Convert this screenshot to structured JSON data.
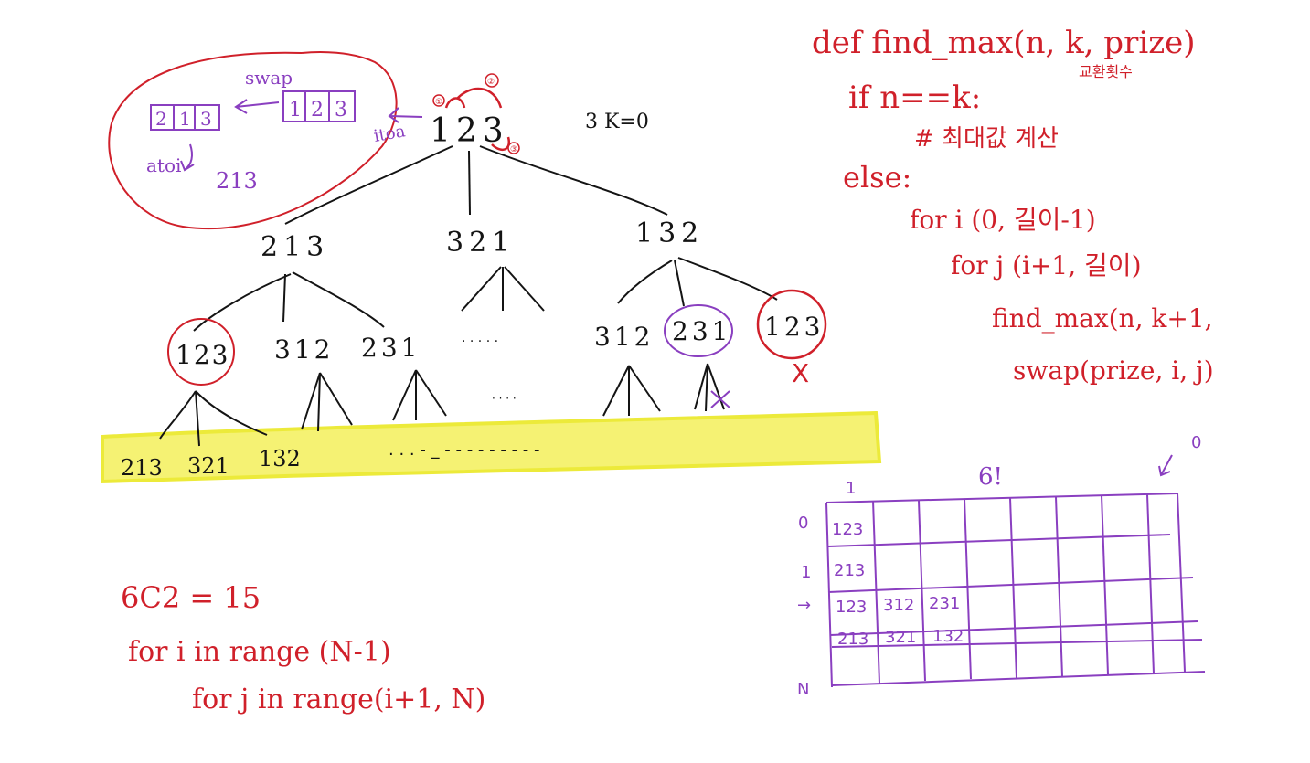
{
  "colors": {
    "ink": "#141414",
    "red": "#d0202a",
    "purple": "#8a3fc0",
    "highlight": "#f3f05a"
  },
  "icons": {
    "swap_arrow": "left-arrow-icon",
    "reject_mark": "x-mark-icon",
    "down_arrow": "down-arrow-icon"
  },
  "swap_note": {
    "label": "swap",
    "array_after": [
      "2",
      "1",
      "3"
    ],
    "array_before": [
      "1",
      "2",
      "3"
    ],
    "itoa": "itoa",
    "atoi": "atoi",
    "number": "213"
  },
  "tree": {
    "root": "123",
    "root_marks": [
      "①",
      "②",
      "③"
    ],
    "root_note": "3  K=0",
    "level1": [
      "213",
      "321",
      "132"
    ],
    "level2": [
      "123",
      "312",
      "231",
      "· · · · ·",
      "312",
      "231",
      "123"
    ],
    "level2_dots_under": "· · · ·",
    "leaves": [
      "213",
      "321",
      "132"
    ],
    "leaf_dashes": ". . . - _ - -  -  -  -  -  -  -  -",
    "reject_x": "X"
  },
  "code": {
    "line1": "def find_max(n, k, prize)",
    "annotation": "교환횟수",
    "line2": "if n==k:",
    "line3": "# 최대값 계산",
    "line4": "else:",
    "line5": "for i (0, 길이-1)",
    "line6": "for j (i+1, 길이)",
    "line7": "find_max(n, k+1,",
    "line8": "swap(prize, i, j)"
  },
  "combo": {
    "line1": "6C2 = 15",
    "line2": "for i in range (N-1)",
    "line3": "for j in range(i+1, N)"
  },
  "table": {
    "header_top_left": "1",
    "header_mid": "6!",
    "header_top_right": "0",
    "row_labels": [
      "0",
      "1",
      "→",
      "",
      "N"
    ],
    "rows": [
      [
        "123"
      ],
      [
        "213"
      ],
      [
        "123",
        "312",
        "231"
      ],
      [
        "213",
        "321",
        "132"
      ]
    ]
  }
}
